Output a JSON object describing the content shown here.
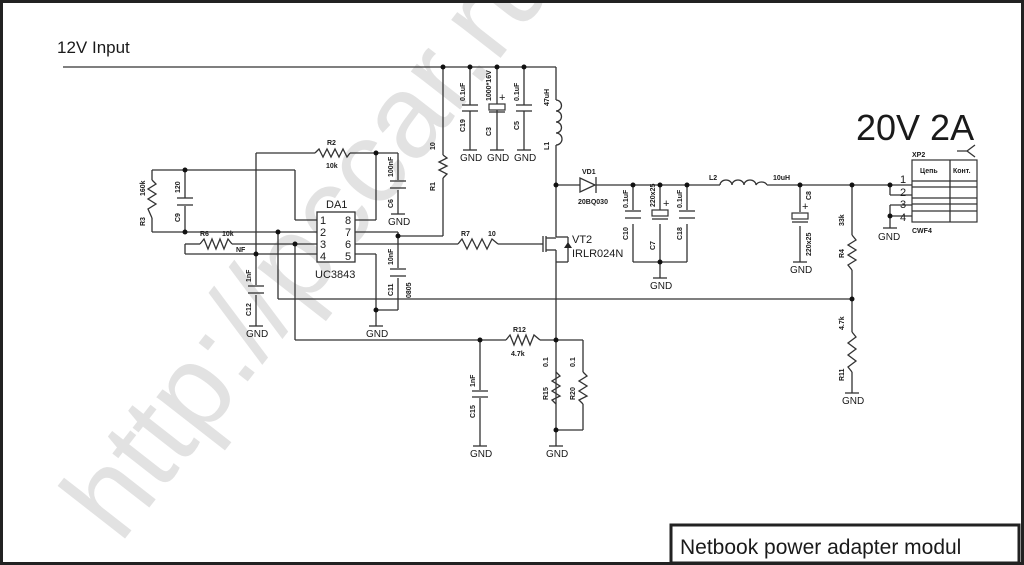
{
  "title_input": "12V Input",
  "title_output": "20V 2A",
  "title_block": "Netbook power adapter modul",
  "watermark": "http://pccar.ru",
  "gnd_label": "GND",
  "ic": {
    "ref": "DA1",
    "part": "UC3843",
    "pins_left": [
      "1",
      "2",
      "3",
      "4"
    ],
    "pins_right": [
      "8",
      "7",
      "6",
      "5"
    ]
  },
  "components": {
    "R1": {
      "ref": "R1",
      "value": "10"
    },
    "R2": {
      "ref": "R2",
      "value": "10k"
    },
    "R3": {
      "ref": "R3",
      "value": "160k"
    },
    "R4": {
      "ref": "R4",
      "value": "33k"
    },
    "R6": {
      "ref": "R6",
      "value": "10k",
      "note": "NF"
    },
    "R7": {
      "ref": "R7",
      "value": "10"
    },
    "R11": {
      "ref": "R11",
      "value": "4.7k"
    },
    "R12": {
      "ref": "R12",
      "value": "4.7k"
    },
    "R15": {
      "ref": "R15",
      "value": "0.1"
    },
    "R20": {
      "ref": "R20",
      "value": "0.1"
    },
    "C3": {
      "ref": "C3",
      "value": "1000*16V"
    },
    "C5": {
      "ref": "C5",
      "value": "0.1uF"
    },
    "C6": {
      "ref": "C6",
      "value": "100nF"
    },
    "C7": {
      "ref": "C7",
      "value": "220x25"
    },
    "C8": {
      "ref": "C8",
      "value": "220x25"
    },
    "C9": {
      "ref": "C9",
      "value": "120"
    },
    "C10": {
      "ref": "C10",
      "value": "0.1uF"
    },
    "C11": {
      "ref": "C11",
      "value": "10nF",
      "package": "0805"
    },
    "C12": {
      "ref": "C12",
      "value": "1nF"
    },
    "C15": {
      "ref": "C15",
      "value": "1nF"
    },
    "C18": {
      "ref": "C18",
      "value": "0.1uF"
    },
    "C19": {
      "ref": "C19",
      "value": "0.1uF"
    },
    "L1": {
      "ref": "L1",
      "value": "47uH"
    },
    "L2": {
      "ref": "L2",
      "value": "10uH"
    },
    "VD1": {
      "ref": "VD1",
      "part": "20BQ030"
    },
    "VT2": {
      "ref": "VT2",
      "part": "IRLR024N"
    }
  },
  "connector": {
    "ref": "XP2",
    "part": "CWF4",
    "col_headers": [
      "Цепь",
      "Конт."
    ],
    "pins": [
      "1",
      "2",
      "3",
      "4"
    ]
  }
}
